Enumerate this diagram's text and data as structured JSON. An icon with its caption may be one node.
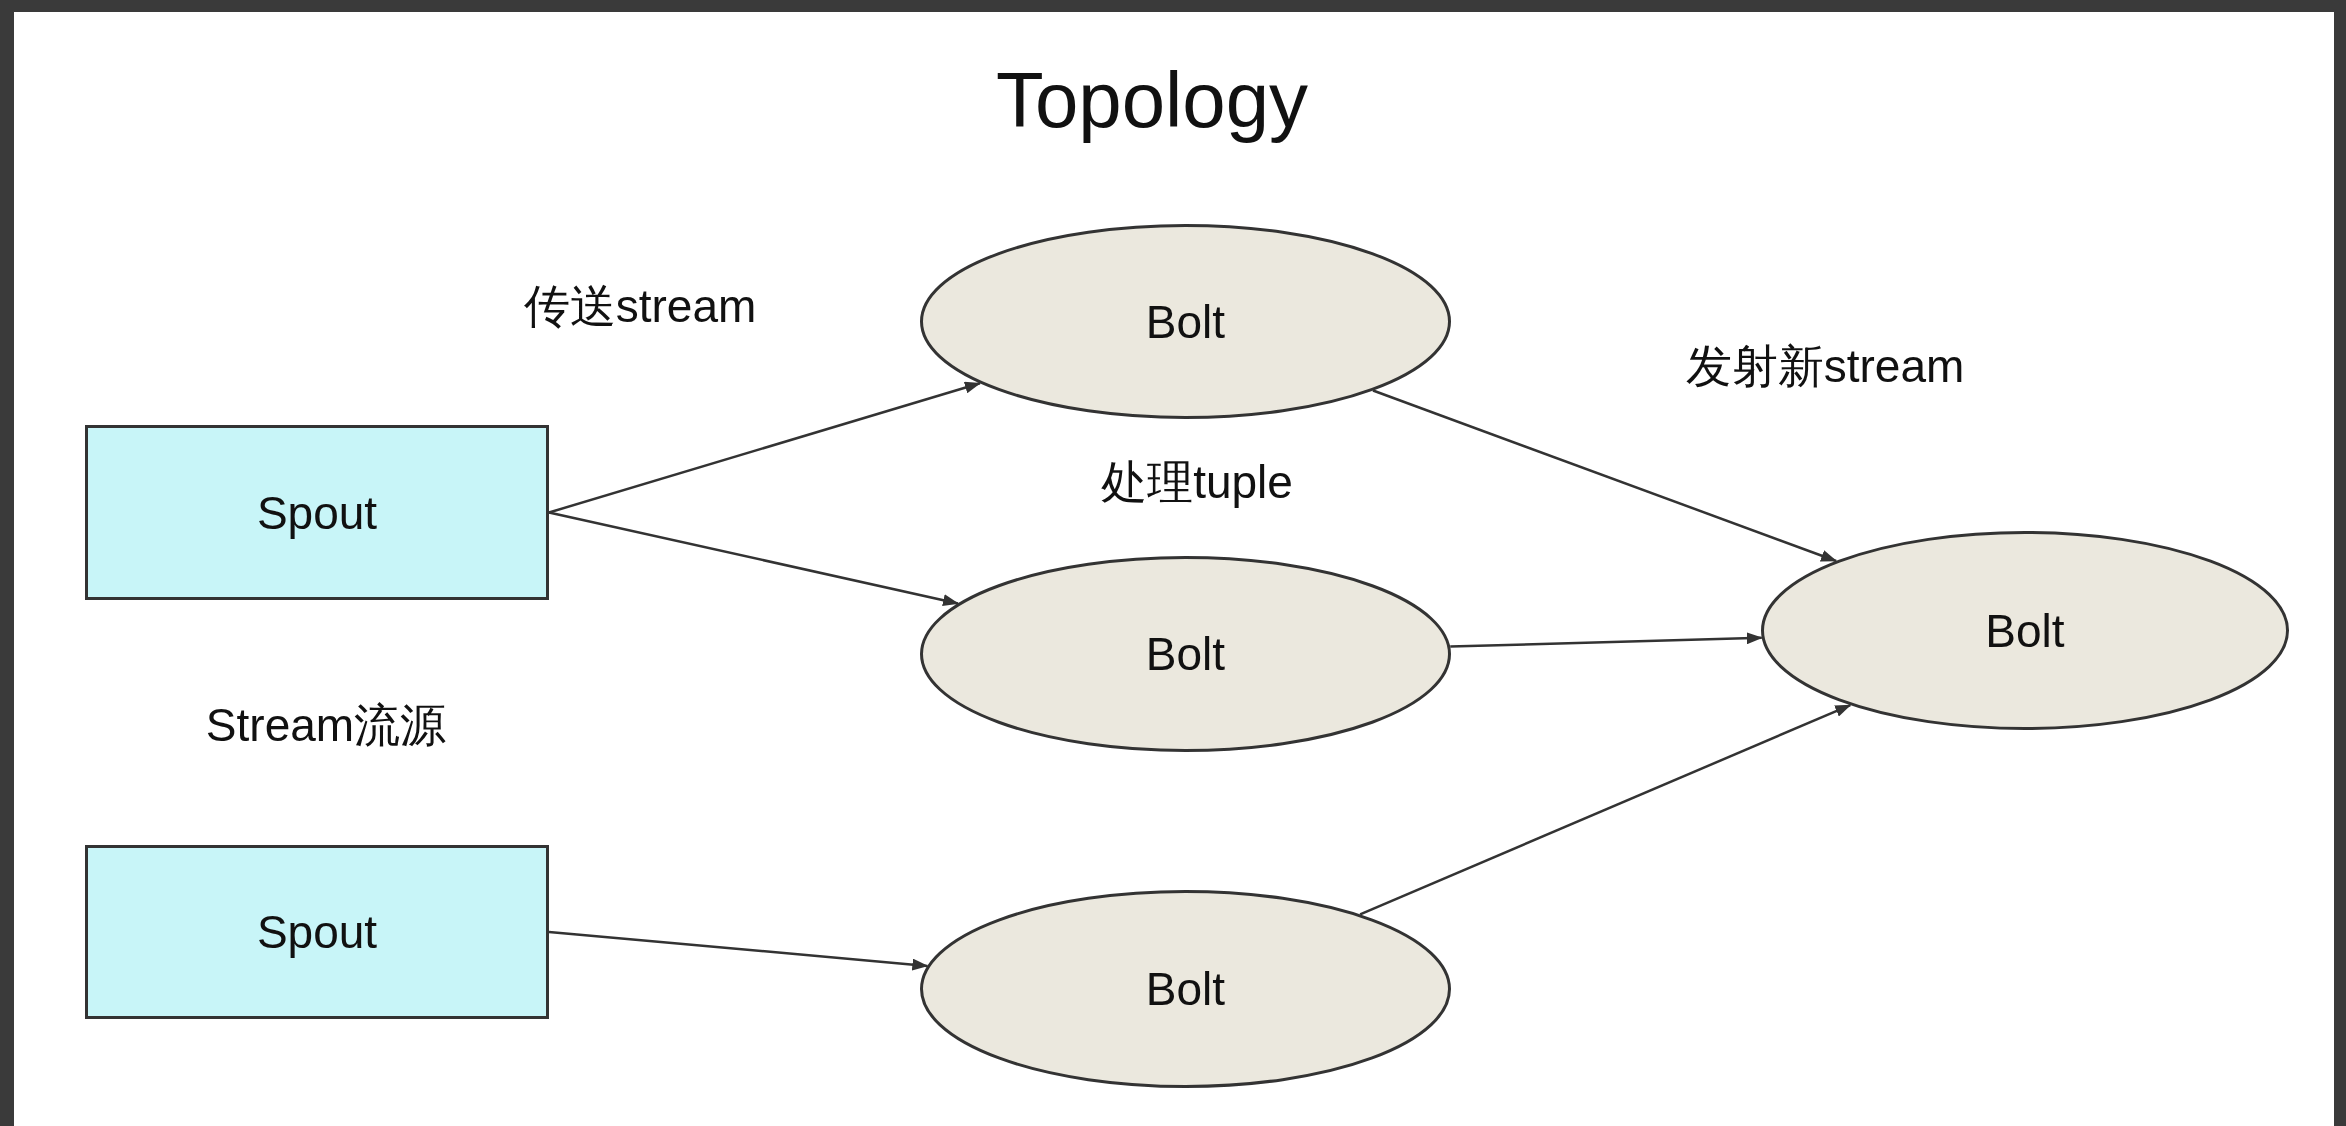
{
  "diagram": {
    "title": "Topology",
    "nodes": [
      {
        "text": [
          "Spout"
        ]
      },
      {
        "text": [
          "Spout"
        ]
      },
      {
        "text": [
          "Bolt"
        ]
      },
      {
        "text": [
          "Bolt"
        ]
      },
      {
        "text": [
          "Bolt"
        ]
      },
      {
        "text": [
          "Bolt"
        ]
      }
    ],
    "edges": [
      {
        "from": 0,
        "to": 2,
        "arrow": "to"
      },
      {
        "from": 0,
        "to": 3,
        "arrow": "to"
      },
      {
        "from": 1,
        "to": 4,
        "arrow": "to"
      },
      {
        "from": 2,
        "to": 5,
        "arrow": "to"
      },
      {
        "from": 3,
        "to": 5,
        "arrow": "to"
      },
      {
        "from": 4,
        "to": 5,
        "arrow": "to"
      }
    ],
    "labels": [
      "传送stream",
      "发射新stream",
      "处理tuple",
      "Stream流源"
    ]
  }
}
